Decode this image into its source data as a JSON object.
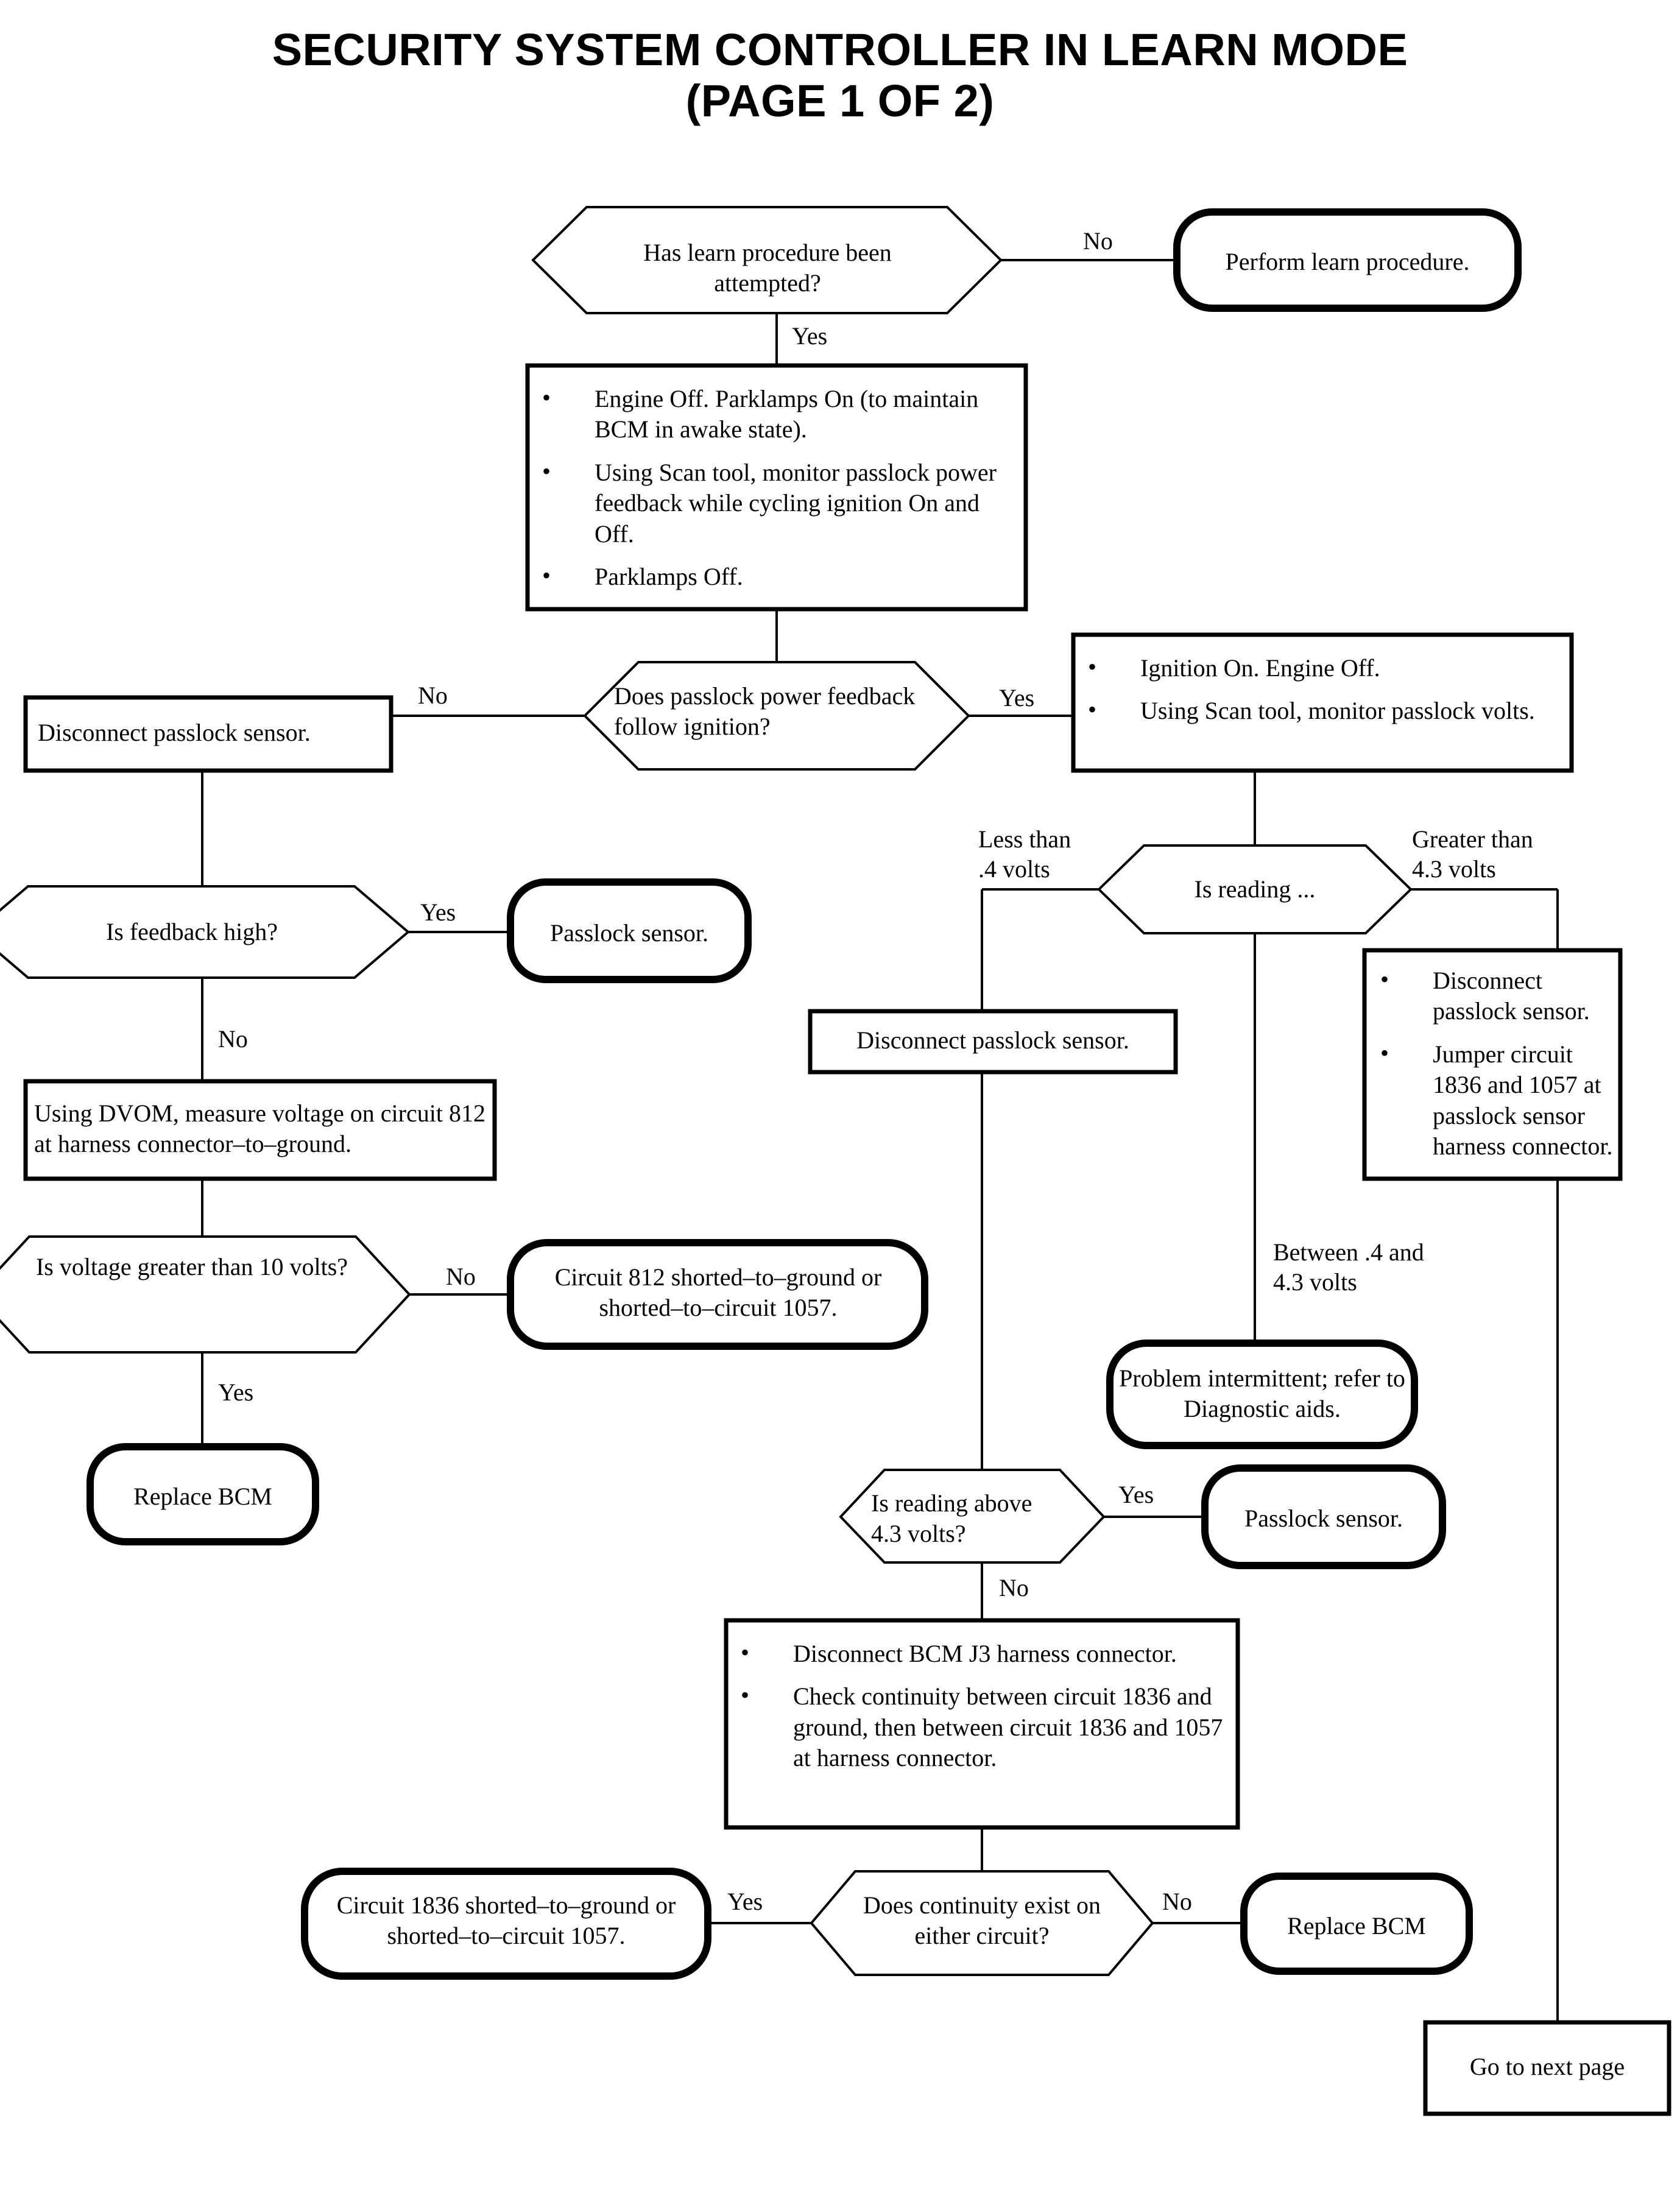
{
  "title": {
    "line1": "SECURITY SYSTEM CONTROLLER IN LEARN MODE",
    "line2": "(PAGE 1 OF 2)"
  },
  "nodes": {
    "learn_attempted": "Has learn procedure been attempted?",
    "perform_learn": "Perform learn procedure.",
    "setup_step_b1": "Engine Off. Parklamps On (to maintain BCM in awake state).",
    "setup_step_b2": "Using Scan tool, monitor passlock power feedback while cycling ignition On and Off.",
    "setup_step_b3": "Parklamps Off.",
    "feedback_follow_ignition": "Does passlock power feedback follow ignition?",
    "disconnect_passlock_left": "Disconnect passlock sensor.",
    "ignition_step_b1": "Ignition On. Engine Off.",
    "ignition_step_b2": "Using Scan tool, monitor passlock volts.",
    "is_feedback_high": "Is feedback high?",
    "passlock_sensor_left": "Passlock sensor.",
    "is_reading": "Is reading ...",
    "disconnect_passlock_mid": "Disconnect passlock sensor.",
    "jumper_step_b1": "Disconnect passlock sensor.",
    "jumper_step_b2": "Jumper circuit 1836 and 1057 at passlock sensor harness connector.",
    "dvom_measure": "Using DVOM, measure voltage on circuit 812 at harness connector–to–ground.",
    "is_voltage_gt10": "Is voltage greater than 10 volts?",
    "circuit812_shorted": "Circuit 812 shorted–to–ground or shorted–to–circuit 1057.",
    "problem_intermittent": "Problem intermittent; refer to Diagnostic aids.",
    "replace_bcm_left": "Replace BCM",
    "is_reading_above_43": "Is reading above 4.3 volts?",
    "passlock_sensor_mid": "Passlock sensor.",
    "bcm_j3_b1": "Disconnect BCM J3 harness connector.",
    "bcm_j3_b2": "Check continuity between circuit 1836 and ground, then between circuit 1836 and 1057 at harness connector.",
    "circuit1836_shorted": "Circuit 1836 shorted–to–ground or shorted–to–circuit 1057.",
    "continuity_exist": "Does continuity exist on either circuit?",
    "replace_bcm_right": "Replace BCM",
    "go_next_page": "Go to next page"
  },
  "edge_labels": {
    "learn_no": "No",
    "learn_yes": "Yes",
    "follow_no": "No",
    "follow_yes": "Yes",
    "less_than_04": "Less than\n.4 volts",
    "greater_than_43": "Greater than\n4.3 volts",
    "between_04_43": "Between .4 and\n4.3 volts",
    "feedback_yes": "Yes",
    "feedback_no": "No",
    "voltage_no": "No",
    "voltage_yes": "Yes",
    "reading43_yes": "Yes",
    "reading43_no": "No",
    "continuity_yes": "Yes",
    "continuity_no": "No"
  },
  "colors": {
    "ink": "#000000",
    "paper": "#ffffff"
  },
  "chart_data": {
    "type": "flowchart",
    "title": "SECURITY SYSTEM CONTROLLER IN LEARN MODE (PAGE 1 OF 2)",
    "shapes": {
      "decision": "hexagon",
      "process": "rectangle",
      "terminal": "rounded-rectangle"
    },
    "steps": [
      {
        "id": "learn_attempted",
        "shape": "decision",
        "text": "Has learn procedure been attempted?",
        "out": [
          {
            "label": "No",
            "to": "perform_learn"
          },
          {
            "label": "Yes",
            "to": "setup_steps"
          }
        ]
      },
      {
        "id": "perform_learn",
        "shape": "terminal",
        "text": "Perform learn procedure."
      },
      {
        "id": "setup_steps",
        "shape": "process",
        "bullets": [
          "Engine Off. Parklamps On (to maintain BCM in awake state).",
          "Using Scan tool, monitor passlock power feedback while cycling ignition On and Off.",
          "Parklamps Off."
        ],
        "out": [
          {
            "label": "",
            "to": "feedback_follow_ignition"
          }
        ]
      },
      {
        "id": "feedback_follow_ignition",
        "shape": "decision",
        "text": "Does passlock power feedback follow ignition?",
        "out": [
          {
            "label": "No",
            "to": "disconnect_passlock_left"
          },
          {
            "label": "Yes",
            "to": "ignition_steps"
          }
        ]
      },
      {
        "id": "disconnect_passlock_left",
        "shape": "process",
        "text": "Disconnect passlock sensor.",
        "out": [
          {
            "label": "",
            "to": "is_feedback_high"
          }
        ]
      },
      {
        "id": "ignition_steps",
        "shape": "process",
        "bullets": [
          "Ignition On. Engine Off.",
          "Using Scan tool, monitor passlock volts."
        ],
        "out": [
          {
            "label": "",
            "to": "is_reading"
          }
        ]
      },
      {
        "id": "is_feedback_high",
        "shape": "decision",
        "text": "Is feedback high?",
        "out": [
          {
            "label": "Yes",
            "to": "passlock_sensor_left"
          },
          {
            "label": "No",
            "to": "dvom_measure"
          }
        ]
      },
      {
        "id": "passlock_sensor_left",
        "shape": "terminal",
        "text": "Passlock sensor."
      },
      {
        "id": "dvom_measure",
        "shape": "process",
        "text": "Using DVOM, measure voltage on circuit 812 at harness connector-to-ground.",
        "out": [
          {
            "label": "",
            "to": "is_voltage_gt10"
          }
        ]
      },
      {
        "id": "is_voltage_gt10",
        "shape": "decision",
        "text": "Is voltage greater than 10 volts?",
        "out": [
          {
            "label": "No",
            "to": "circuit812_shorted"
          },
          {
            "label": "Yes",
            "to": "replace_bcm_left"
          }
        ]
      },
      {
        "id": "circuit812_shorted",
        "shape": "terminal",
        "text": "Circuit 812 shorted-to-ground or shorted-to-circuit 1057."
      },
      {
        "id": "replace_bcm_left",
        "shape": "terminal",
        "text": "Replace BCM"
      },
      {
        "id": "is_reading",
        "shape": "decision",
        "text": "Is reading ...",
        "out": [
          {
            "label": "Less than .4 volts",
            "to": "disconnect_passlock_mid"
          },
          {
            "label": "Between .4 and 4.3 volts",
            "to": "problem_intermittent"
          },
          {
            "label": "Greater than 4.3 volts",
            "to": "jumper_steps"
          }
        ]
      },
      {
        "id": "disconnect_passlock_mid",
        "shape": "process",
        "text": "Disconnect passlock sensor.",
        "out": [
          {
            "label": "",
            "to": "is_reading_above_43"
          }
        ]
      },
      {
        "id": "problem_intermittent",
        "shape": "terminal",
        "text": "Problem intermittent; refer to Diagnostic aids."
      },
      {
        "id": "jumper_steps",
        "shape": "process",
        "bullets": [
          "Disconnect passlock sensor.",
          "Jumper circuit 1836 and 1057 at passlock sensor harness connector."
        ],
        "out": [
          {
            "label": "",
            "to": "go_next_page"
          }
        ]
      },
      {
        "id": "is_reading_above_43",
        "shape": "decision",
        "text": "Is reading above 4.3 volts?",
        "out": [
          {
            "label": "Yes",
            "to": "passlock_sensor_mid"
          },
          {
            "label": "No",
            "to": "bcm_j3_steps"
          }
        ]
      },
      {
        "id": "passlock_sensor_mid",
        "shape": "terminal",
        "text": "Passlock sensor."
      },
      {
        "id": "bcm_j3_steps",
        "shape": "process",
        "bullets": [
          "Disconnect BCM J3 harness connector.",
          "Check continuity between circuit 1836 and ground, then between circuit 1836 and 1057 at harness connector."
        ],
        "out": [
          {
            "label": "",
            "to": "continuity_exist"
          }
        ]
      },
      {
        "id": "continuity_exist",
        "shape": "decision",
        "text": "Does continuity exist on either circuit?",
        "out": [
          {
            "label": "Yes",
            "to": "circuit1836_shorted"
          },
          {
            "label": "No",
            "to": "replace_bcm_right"
          }
        ]
      },
      {
        "id": "circuit1836_shorted",
        "shape": "terminal",
        "text": "Circuit 1836 shorted-to-ground or shorted-to-circuit 1057."
      },
      {
        "id": "replace_bcm_right",
        "shape": "terminal",
        "text": "Replace BCM"
      },
      {
        "id": "go_next_page",
        "shape": "process",
        "text": "Go to next page"
      }
    ]
  }
}
